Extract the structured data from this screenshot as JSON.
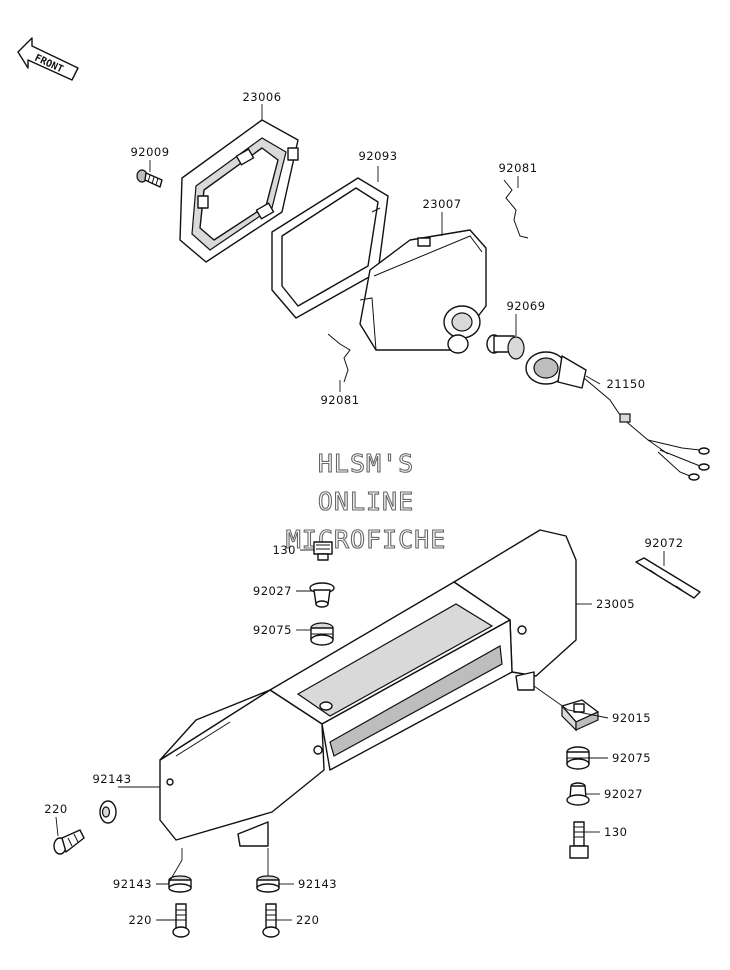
{
  "orientation": {
    "front_label": "FRONT"
  },
  "watermark": {
    "line1": "HLSM'S",
    "line2": "ONLINE",
    "line3": "MICROFICHE"
  },
  "parts": {
    "p23006": "23006",
    "p92009": "92009",
    "p92093": "92093",
    "p92081_top": "92081",
    "p23007": "23007",
    "p92069": "92069",
    "p92081_bottom": "92081",
    "p21150": "21150",
    "p130_top": "130",
    "p92072": "92072",
    "p92027_top": "92027",
    "p23005": "23005",
    "p92075_top": "92075",
    "p92015": "92015",
    "p92075_right": "92075",
    "p92143_left": "92143",
    "p92027_right": "92027",
    "p220_left": "220",
    "p130_right": "130",
    "p92143_bottom_left": "92143",
    "p92143_bottom_mid": "92143",
    "p220_bottom_left": "220",
    "p220_bottom_mid": "220"
  }
}
